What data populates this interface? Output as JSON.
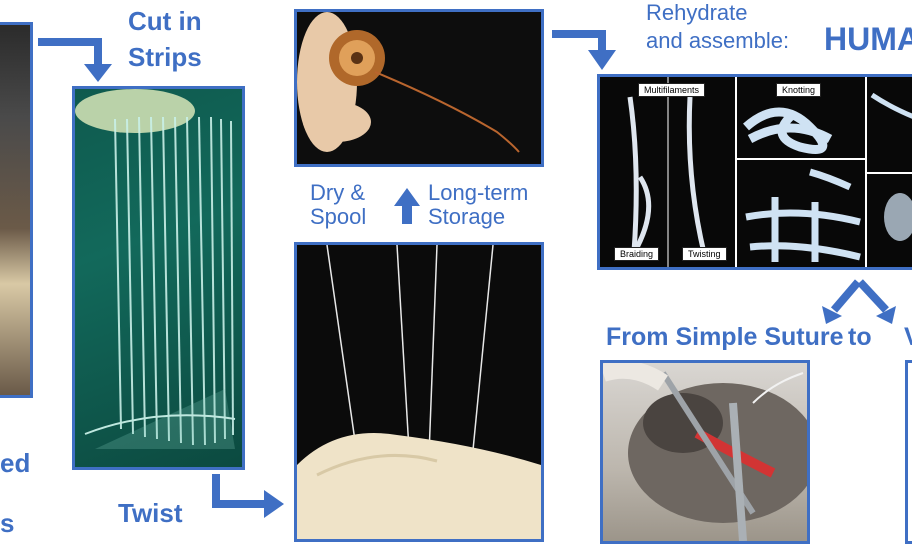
{
  "labels": {
    "cut_line1": "Cut in",
    "cut_line2": "Strips",
    "twist": "Twist",
    "dry_line1": "Dry &",
    "dry_line2": "Spool",
    "storage_line1": "Long-term",
    "storage_line2": "Storage",
    "rehydrate_line1": "Rehydrate",
    "rehydrate_line2": "and assemble:",
    "human": "HUMA",
    "from_simple": "From Simple Suture",
    "to": "to",
    "left_partial1": "ed",
    "left_partial2": "s",
    "right_partial": "V"
  },
  "image_tags": {
    "multifilaments": "Multifilaments",
    "knotting": "Knotting",
    "braiding": "Braiding",
    "twisting": "Twisting"
  },
  "colors": {
    "accent": "#3f6fc4",
    "panel_dark": "#0a0a0a"
  }
}
